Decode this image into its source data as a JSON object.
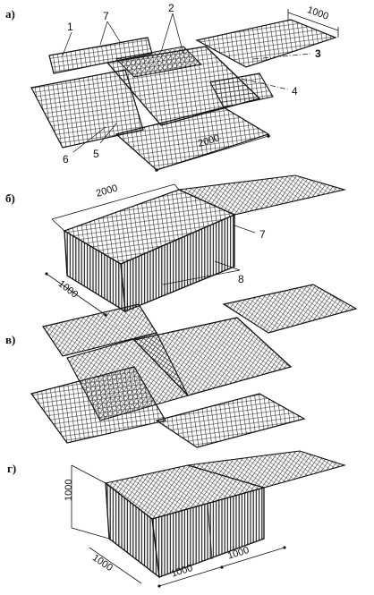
{
  "panels": {
    "a": "а)",
    "b": "б)",
    "v": "в)",
    "g": "г)"
  },
  "callouts_a": [
    "1",
    "7",
    "2",
    "3",
    "4",
    "5",
    "6"
  ],
  "callouts_b": [
    "7",
    "8"
  ],
  "dimensions": {
    "a_top": "1000",
    "a_bottom": "2000",
    "b_top": "2000",
    "b_left": "1000",
    "g_height": "1000",
    "g_depth": "1000",
    "g_width_1": "1000",
    "g_width_2": "1000"
  },
  "colors": {
    "ink": "#111111",
    "paper": "#ffffff"
  }
}
